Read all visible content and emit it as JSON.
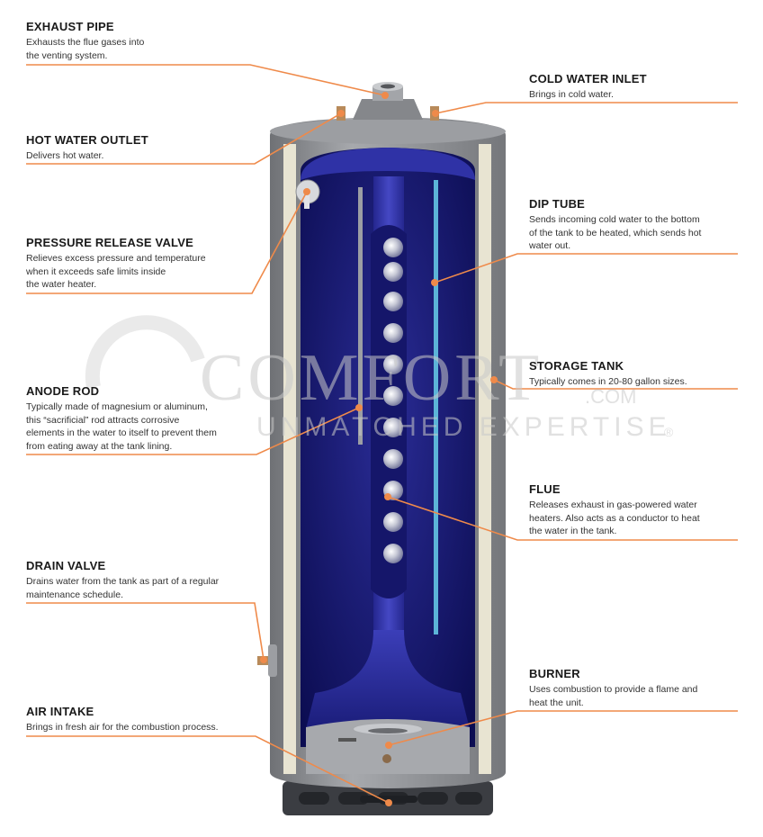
{
  "watermark": {
    "brand": "COMFORT",
    "tld": ".COM",
    "tagline": "UNMATCHED EXPERTISE",
    "reg": "®"
  },
  "labels": [
    {
      "id": "exhaust-pipe",
      "title": "EXHAUST PIPE",
      "desc": "Exhausts the flue gases into\nthe venting system."
    },
    {
      "id": "cold-water-inlet",
      "title": "COLD WATER INLET",
      "desc": "Brings in cold water."
    },
    {
      "id": "hot-water-outlet",
      "title": "HOT WATER OUTLET",
      "desc": "Delivers hot water."
    },
    {
      "id": "dip-tube",
      "title": "DIP TUBE",
      "desc": "Sends incoming cold water to the bottom\nof the tank to be heated, which sends hot\nwater out."
    },
    {
      "id": "pressure-release-valve",
      "title": "PRESSURE RELEASE VALVE",
      "desc": "Relieves excess pressure and temperature\nwhen it exceeds safe limits inside\nthe water heater."
    },
    {
      "id": "storage-tank",
      "title": "STORAGE TANK",
      "desc": "Typically comes in 20-80 gallon sizes."
    },
    {
      "id": "anode-rod",
      "title": "ANODE ROD",
      "desc": "Typically made of magnesium or aluminum,\nthis “sacrificial” rod attracts corrosive\nelements in the water to itself to prevent them\nfrom eating away at the tank lining."
    },
    {
      "id": "flue",
      "title": "FLUE",
      "desc": "Releases exhaust in gas-powered water\nheaters. Also acts as a conductor to heat\nthe water in the tank."
    },
    {
      "id": "drain-valve",
      "title": "DRAIN VALVE",
      "desc": "Drains water from the tank as part of a regular\nmaintenance schedule."
    },
    {
      "id": "burner",
      "title": "BURNER",
      "desc": "Uses combustion to provide a flame and\nheat the unit."
    },
    {
      "id": "air-intake",
      "title": "AIR INTAKE",
      "desc": "Brings in fresh air for the combustion process."
    }
  ],
  "colors": {
    "leader": "#ef8a4a",
    "tank_interior": "#141670",
    "flue_blue": "#3538b0",
    "shell": "#8d8f93",
    "insulation": "#e6e2cf",
    "dip_tube": "#5cb4d8"
  }
}
